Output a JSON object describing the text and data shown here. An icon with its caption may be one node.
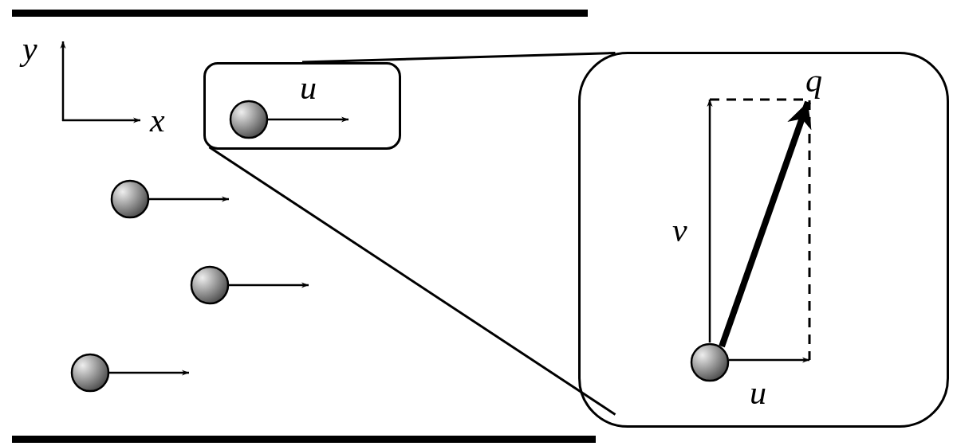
{
  "diagram": {
    "nodes": [
      {
        "text": [
          "u"
        ]
      },
      {
        "text": [
          "q",
          "v",
          "u"
        ]
      }
    ],
    "edges": [
      {
        "from": 0,
        "to": 1,
        "arrow": "none"
      },
      {
        "from": 0,
        "to": 1,
        "arrow": "none"
      }
    ],
    "labels": [
      "y",
      "x"
    ]
  }
}
